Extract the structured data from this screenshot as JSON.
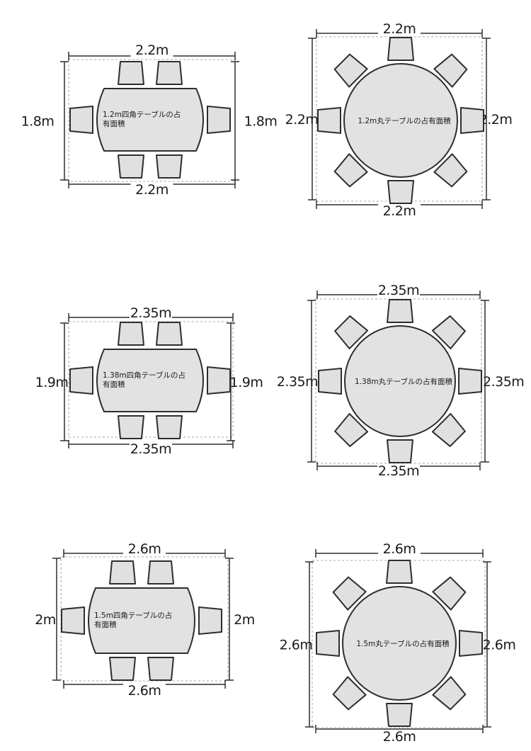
{
  "diagrams": [
    {
      "kind": "rect",
      "table_label_lines": [
        "1.2m四角テーブルの占",
        "有面積"
      ],
      "top_dim": "2.2m",
      "bottom_dim": "2.2m",
      "left_dim": "1.8m",
      "right_dim": "1.8m"
    },
    {
      "kind": "round",
      "table_label_lines": [
        "1.2m丸テーブルの占有面積"
      ],
      "top_dim": "2.2m",
      "bottom_dim": "2.2m",
      "left_dim": "2.2m",
      "right_dim": "2.2m"
    },
    {
      "kind": "rect",
      "table_label_lines": [
        "1.38m四角テーブルの占",
        "有面積"
      ],
      "top_dim": "2.35m",
      "bottom_dim": "2.35m",
      "left_dim": "1.9m",
      "right_dim": "1.9m"
    },
    {
      "kind": "round",
      "table_label_lines": [
        "1.38m丸テーブルの占有面積"
      ],
      "top_dim": "2.35m",
      "bottom_dim": "2.35m",
      "left_dim": "2.35m",
      "right_dim": "2.35m"
    },
    {
      "kind": "rect",
      "table_label_lines": [
        "1.5m四角テーブルの占",
        "有面積"
      ],
      "top_dim": "2.6m",
      "bottom_dim": "2.6m",
      "left_dim": "2m",
      "right_dim": "2m"
    },
    {
      "kind": "round",
      "table_label_lines": [
        "1.5m丸テーブルの占有面積"
      ],
      "top_dim": "2.6m",
      "bottom_dim": "2.6m",
      "left_dim": "2.6m",
      "right_dim": "2.6m"
    }
  ]
}
